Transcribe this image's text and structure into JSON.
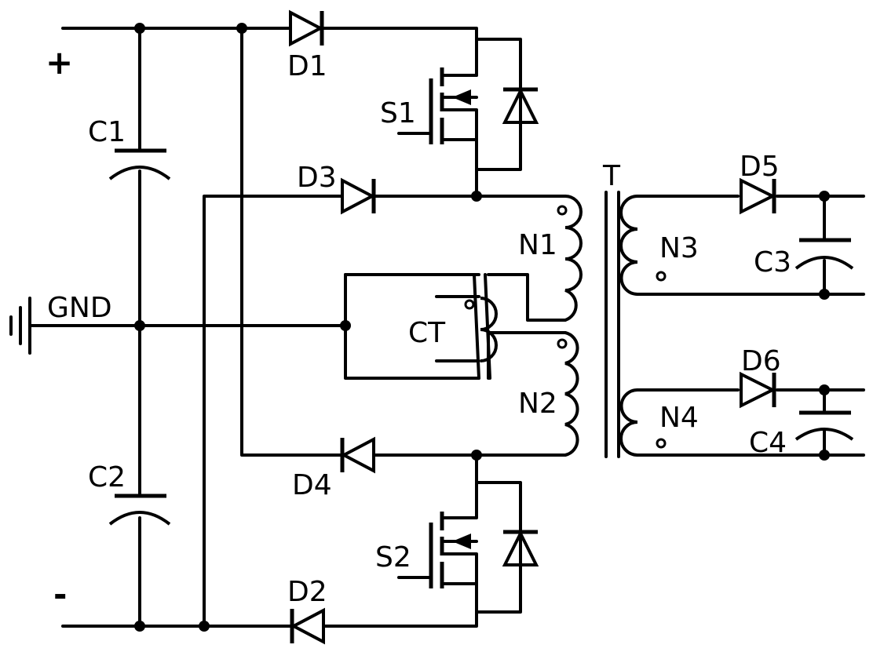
{
  "labels": {
    "plus": "+",
    "minus": "-",
    "gnd": "GND",
    "c1": "C1",
    "c2": "C2",
    "c3": "C3",
    "c4": "C4",
    "d1": "D1",
    "d2": "D2",
    "d3": "D3",
    "d4": "D4",
    "d5": "D5",
    "d6": "D6",
    "s1": "S1",
    "s2": "S2",
    "ct": "CT",
    "t": "T",
    "n1": "N1",
    "n2": "N2",
    "n3": "N3",
    "n4": "N4"
  },
  "colors": {
    "wire": "#000000",
    "background": "#ffffff"
  }
}
